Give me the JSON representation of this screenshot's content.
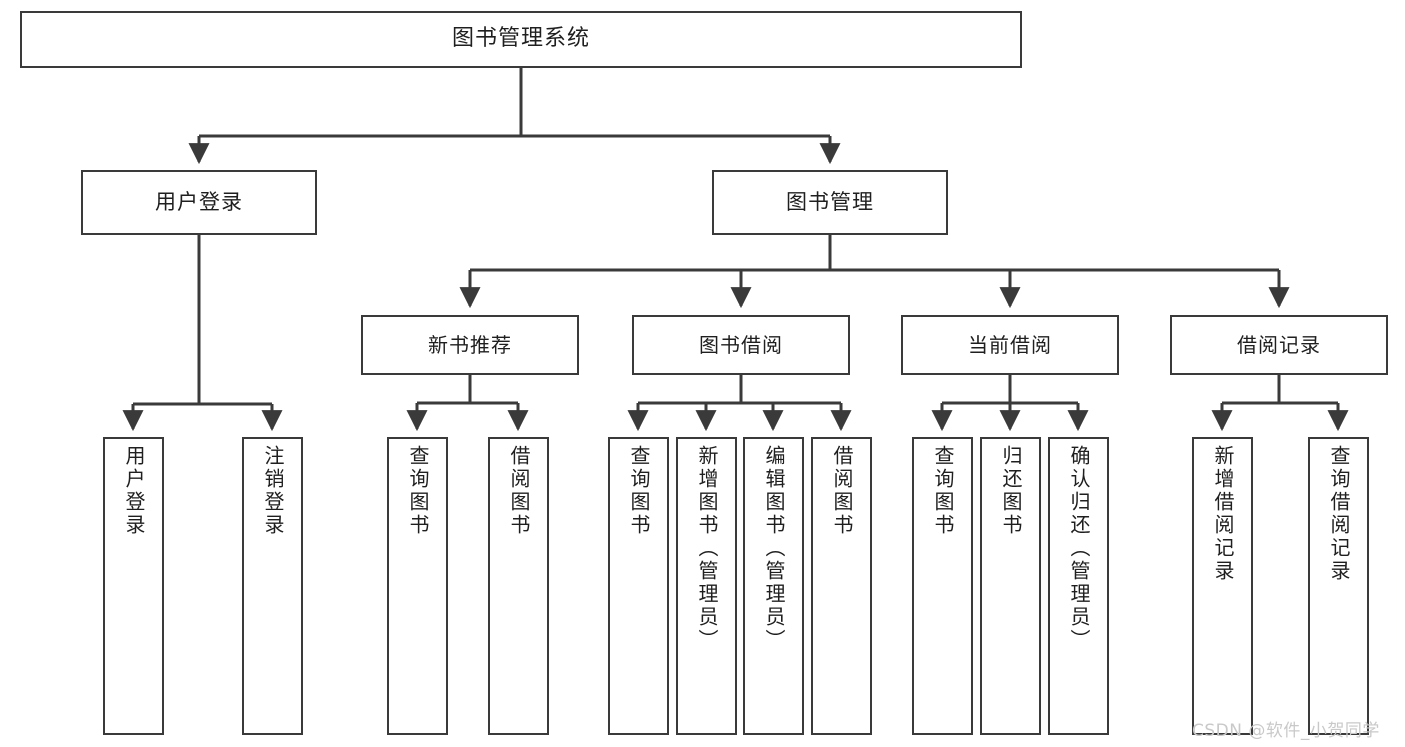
{
  "diagram": {
    "type": "tree-hierarchy-chart",
    "title": "图书管理系统",
    "watermark": "CSDN @软件_小贺同学",
    "colors": {
      "box_border": "#3a3a3a",
      "box_fill": "#ffffff",
      "connector": "#3a3a3a",
      "text": "#1f1f1f",
      "watermark": "#c9c9c9",
      "background": "#ffffff"
    },
    "root": {
      "label": "图书管理系统"
    },
    "level1": [
      {
        "label": "用户登录"
      },
      {
        "label": "图书管理"
      }
    ],
    "level2": [
      {
        "label": "新书推荐"
      },
      {
        "label": "图书借阅"
      },
      {
        "label": "当前借阅"
      },
      {
        "label": "借阅记录"
      }
    ],
    "leaves": {
      "user_login": [
        {
          "label": "用户登录"
        },
        {
          "label": "注销登录"
        }
      ],
      "new_book_recommend": [
        {
          "label": "查询图书"
        },
        {
          "label": "借阅图书"
        }
      ],
      "book_borrow": [
        {
          "label": "查询图书"
        },
        {
          "label": "新增图书（管理员）"
        },
        {
          "label": "编辑图书（管理员）"
        },
        {
          "label": "借阅图书"
        }
      ],
      "current_borrow": [
        {
          "label": "查询图书"
        },
        {
          "label": "归还图书"
        },
        {
          "label": "确认归还（管理员）"
        }
      ],
      "borrow_record": [
        {
          "label": "新增借阅记录"
        },
        {
          "label": "查询借阅记录"
        }
      ]
    }
  }
}
